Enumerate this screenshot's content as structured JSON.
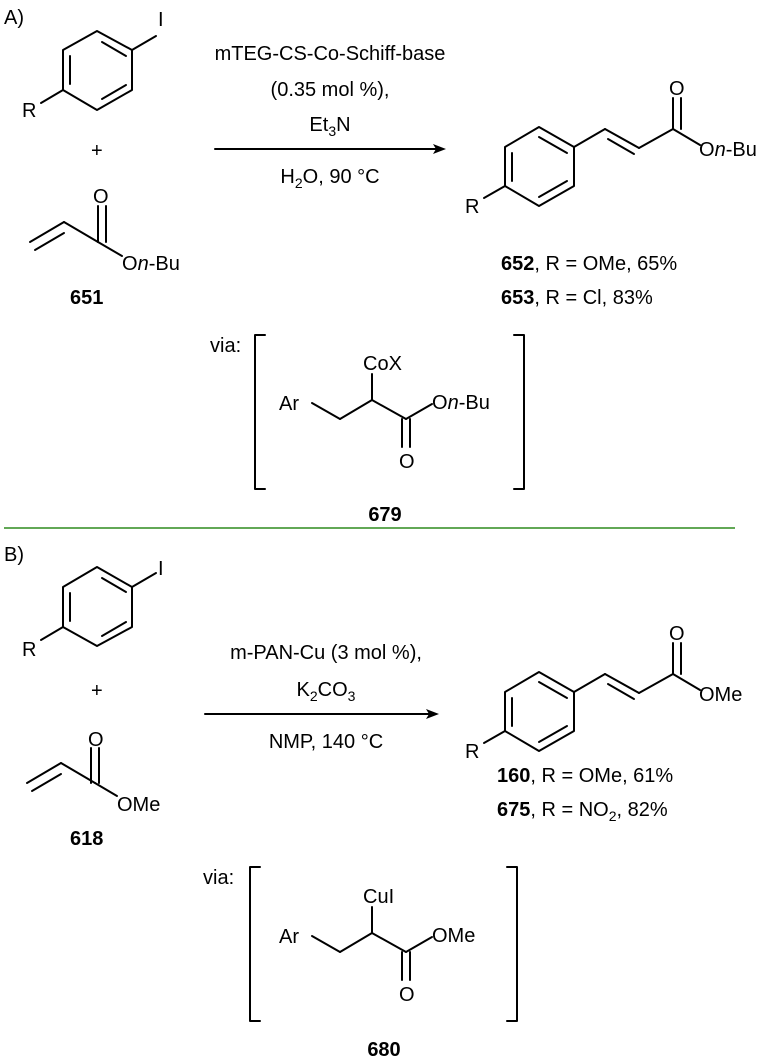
{
  "panel_a": {
    "label": "A)",
    "aryl_iodide": {
      "substituent": "R",
      "halide": "I"
    },
    "plus": "+",
    "acrylate": {
      "carbonyl_o": "O",
      "ester_o": "O",
      "ester_alkyl": "n",
      "ester_alkyl_tail": "-Bu",
      "compound_number": "651"
    },
    "conditions": {
      "line1": "mTEG-CS-Co-Schiff-base",
      "line2": "(0.35 mol %),",
      "line3_base": "Et",
      "line3_sub": "3",
      "line3_tail": "N",
      "line4_pre": "H",
      "line4_sub": "2",
      "line4_post": "O, 90 °C"
    },
    "product": {
      "substituent": "R",
      "carbonyl_o": "O",
      "ester_o": "O",
      "ester_alkyl": "n",
      "ester_alkyl_tail": "-Bu",
      "entries": [
        {
          "number": "652",
          "text": ", R = OMe, 65%"
        },
        {
          "number": "653",
          "text": ", R = Cl, 83%"
        }
      ]
    },
    "intermediate": {
      "via": "via:",
      "aryl": "Ar",
      "metal": "CoX",
      "ester_o": "O",
      "ester_alkyl": "n",
      "ester_alkyl_tail": "-Bu",
      "carbonyl_o": "O",
      "compound_number": "679"
    }
  },
  "panel_b": {
    "label": "B)",
    "aryl_iodide": {
      "substituent": "R",
      "halide": "I"
    },
    "plus": "+",
    "acrylate": {
      "carbonyl_o": "O",
      "ester": "OMe",
      "compound_number": "618"
    },
    "conditions": {
      "line1": "m-PAN-Cu (3 mol %),",
      "line2_pre": "K",
      "line2_sub1": "2",
      "line2_mid": "CO",
      "line2_sub2": "3",
      "line3": "NMP, 140 °C"
    },
    "product": {
      "substituent": "R",
      "carbonyl_o": "O",
      "ester": "OMe",
      "entries": [
        {
          "number": "160",
          "text": ", R = OMe, 61%"
        },
        {
          "number": "675",
          "text_pre": ", R = NO",
          "text_sub": "2",
          "text_post": ", 82%"
        }
      ]
    },
    "intermediate": {
      "via": "via:",
      "aryl": "Ar",
      "metal": "CuI",
      "ester": "OMe",
      "carbonyl_o": "O",
      "compound_number": "680"
    }
  },
  "colors": {
    "divider": "#2e8b1e",
    "ink": "#000000"
  }
}
